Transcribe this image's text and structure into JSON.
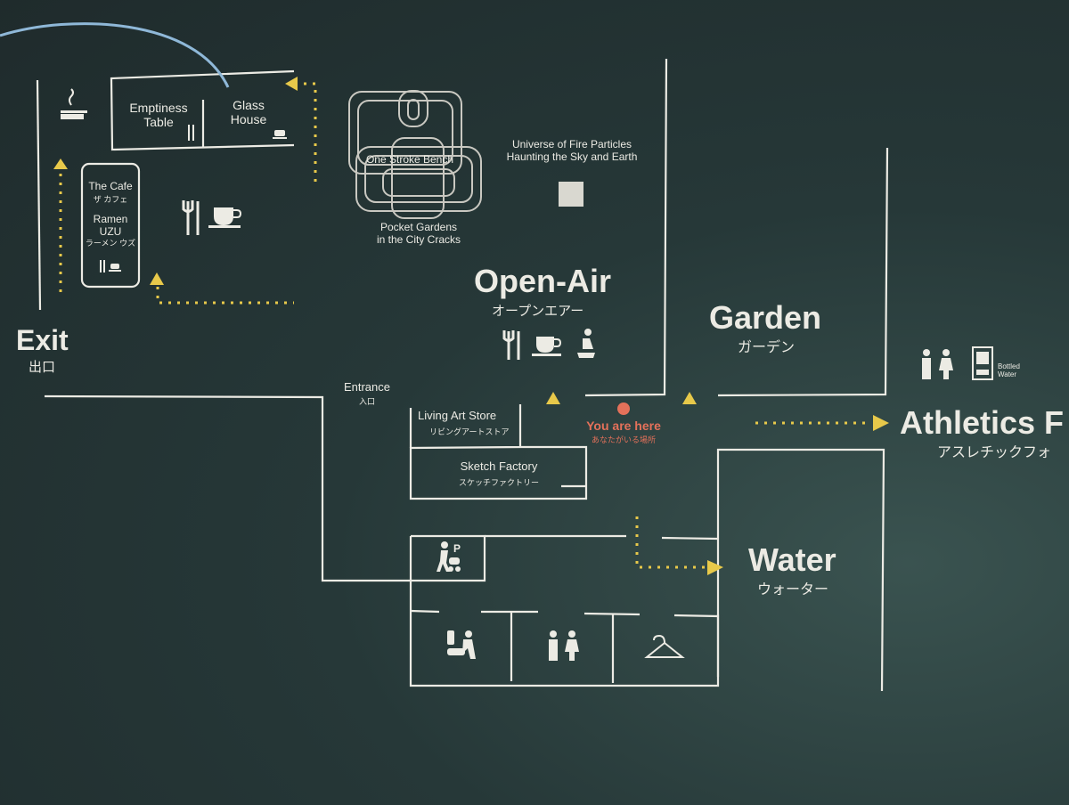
{
  "areas": {
    "exit": {
      "en": "Exit",
      "jp": "出口"
    },
    "open_air": {
      "en": "Open-Air",
      "jp": "オープンエアー"
    },
    "garden": {
      "en": "Garden",
      "jp": "ガーデン"
    },
    "water": {
      "en": "Water",
      "jp": "ウォーター"
    },
    "athletics": {
      "en": "Athletics F",
      "jp": "アスレチックフォ"
    }
  },
  "facilities": {
    "emptiness_table": "Emptiness\nTable",
    "glass_house": "Glass\nHouse",
    "the_cafe": "The Cafe",
    "the_cafe_jp": "ザ カフェ",
    "ramen": "Ramen\nUZU",
    "ramen_jp": "ラーメン ウズ",
    "one_stroke_bench": "One Stroke Bench",
    "pocket_gardens": "Pocket Gardens\nin the City Cracks",
    "universe_fire": "Universe of Fire Particles\nHaunting the Sky and Earth",
    "entrance": "Entrance",
    "entrance_jp": "入口",
    "living_art_store": "Living Art Store",
    "living_art_store_jp": "リビングアートストア",
    "sketch_factory": "Sketch Factory",
    "sketch_factory_jp": "スケッチファクトリー",
    "bottled_water": "Bottled\nWater"
  },
  "you_are_here": {
    "en": "You are here",
    "jp": "あなたがいる場所"
  },
  "icons": [
    "smoking-area-icon",
    "cutlery-icon",
    "coffee-cup-icon",
    "seat-icon",
    "restroom-icon",
    "vending-machine-icon",
    "stroller-parking-icon",
    "baby-care-icon",
    "cloakroom-hanger-icon",
    "up-arrow-icon",
    "right-arrow-icon"
  ],
  "colors": {
    "background": "#22302f",
    "lines": "#ecebe4",
    "arrows": "#e8c94a",
    "you_are_here": "#e4715a",
    "curve": "#8fb8d8"
  }
}
